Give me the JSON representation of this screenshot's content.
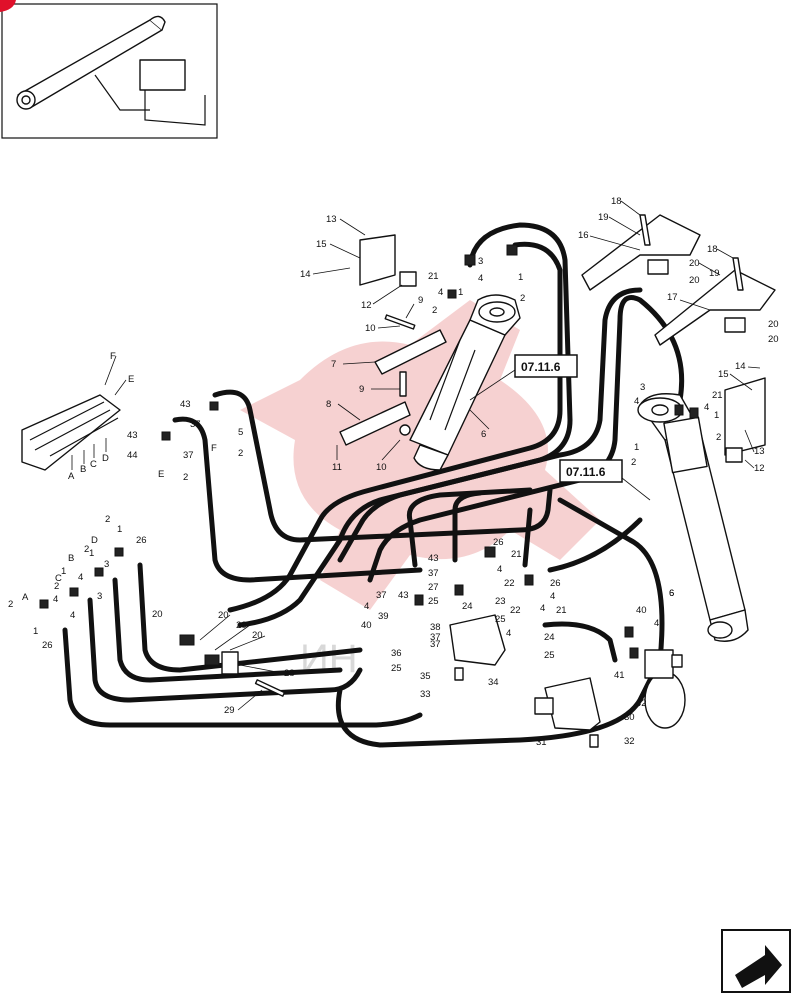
{
  "diagram": {
    "references": [
      "07.11.6",
      "07.11.6"
    ],
    "watermark_text": "ИН",
    "callouts": [
      {
        "id": "c1",
        "text": "13"
      },
      {
        "id": "c2",
        "text": "15"
      },
      {
        "id": "c3",
        "text": "14"
      },
      {
        "id": "c4",
        "text": "12"
      },
      {
        "id": "c5",
        "text": "9"
      },
      {
        "id": "c6",
        "text": "10"
      },
      {
        "id": "c7",
        "text": "7"
      },
      {
        "id": "c8",
        "text": "9"
      },
      {
        "id": "c9",
        "text": "8"
      },
      {
        "id": "c10",
        "text": "11"
      },
      {
        "id": "c11",
        "text": "10"
      },
      {
        "id": "c12",
        "text": "6"
      },
      {
        "id": "c13",
        "text": "21"
      },
      {
        "id": "c14",
        "text": "3"
      },
      {
        "id": "c15",
        "text": "4"
      },
      {
        "id": "c16",
        "text": "1"
      },
      {
        "id": "c17",
        "text": "4"
      },
      {
        "id": "c18",
        "text": "1"
      },
      {
        "id": "c19",
        "text": "2"
      },
      {
        "id": "c20",
        "text": "2"
      },
      {
        "id": "c21",
        "text": "18"
      },
      {
        "id": "c22",
        "text": "19"
      },
      {
        "id": "c23",
        "text": "16"
      },
      {
        "id": "c24",
        "text": "18"
      },
      {
        "id": "c25",
        "text": "20"
      },
      {
        "id": "c26",
        "text": "20"
      },
      {
        "id": "c27",
        "text": "19"
      },
      {
        "id": "c28",
        "text": "17"
      },
      {
        "id": "c29",
        "text": "20"
      },
      {
        "id": "c30",
        "text": "20"
      },
      {
        "id": "c31",
        "text": "14"
      },
      {
        "id": "c32",
        "text": "15"
      },
      {
        "id": "c33",
        "text": "13"
      },
      {
        "id": "c34",
        "text": "12"
      },
      {
        "id": "c35",
        "text": "3"
      },
      {
        "id": "c36",
        "text": "21"
      },
      {
        "id": "c37",
        "text": "4"
      },
      {
        "id": "c38",
        "text": "4"
      },
      {
        "id": "c39",
        "text": "1"
      },
      {
        "id": "c40",
        "text": "1"
      },
      {
        "id": "c41",
        "text": "2"
      },
      {
        "id": "c42",
        "text": "2"
      },
      {
        "id": "c43",
        "text": "6"
      },
      {
        "id": "c44",
        "text": "F"
      },
      {
        "id": "c45",
        "text": "E"
      },
      {
        "id": "c46",
        "text": "A"
      },
      {
        "id": "c47",
        "text": "B"
      },
      {
        "id": "c48",
        "text": "C"
      },
      {
        "id": "c49",
        "text": "D"
      },
      {
        "id": "c50",
        "text": "43"
      },
      {
        "id": "c51",
        "text": "37"
      },
      {
        "id": "c52",
        "text": "5"
      },
      {
        "id": "c53",
        "text": "F"
      },
      {
        "id": "c54",
        "text": "2"
      },
      {
        "id": "c55",
        "text": "43"
      },
      {
        "id": "c56",
        "text": "37"
      },
      {
        "id": "c57",
        "text": "44"
      },
      {
        "id": "c58",
        "text": "E"
      },
      {
        "id": "c59",
        "text": "2"
      },
      {
        "id": "c60",
        "text": "2"
      },
      {
        "id": "c61",
        "text": "1"
      },
      {
        "id": "c62",
        "text": "D"
      },
      {
        "id": "c63",
        "text": "26"
      },
      {
        "id": "c64",
        "text": "2"
      },
      {
        "id": "c65",
        "text": "B"
      },
      {
        "id": "c66",
        "text": "1"
      },
      {
        "id": "c67",
        "text": "C"
      },
      {
        "id": "c68",
        "text": "3"
      },
      {
        "id": "c69",
        "text": "2"
      },
      {
        "id": "c70",
        "text": "1"
      },
      {
        "id": "c71",
        "text": "4"
      },
      {
        "id": "c72",
        "text": "A"
      },
      {
        "id": "c73",
        "text": "2"
      },
      {
        "id": "c74",
        "text": "4"
      },
      {
        "id": "c75",
        "text": "1"
      },
      {
        "id": "c76",
        "text": "3"
      },
      {
        "id": "c77",
        "text": "4"
      },
      {
        "id": "c78",
        "text": "26"
      },
      {
        "id": "c79",
        "text": "20"
      },
      {
        "id": "c80",
        "text": "20"
      },
      {
        "id": "c81",
        "text": "20"
      },
      {
        "id": "c82",
        "text": "20"
      },
      {
        "id": "c83",
        "text": "28"
      },
      {
        "id": "c84",
        "text": "29"
      },
      {
        "id": "c85",
        "text": "43"
      },
      {
        "id": "c86",
        "text": "37"
      },
      {
        "id": "c87",
        "text": "27"
      },
      {
        "id": "c88",
        "text": "25"
      },
      {
        "id": "c89",
        "text": "24"
      },
      {
        "id": "c90",
        "text": "26"
      },
      {
        "id": "c91",
        "text": "21"
      },
      {
        "id": "c92",
        "text": "4"
      },
      {
        "id": "c93",
        "text": "22"
      },
      {
        "id": "c94",
        "text": "23"
      },
      {
        "id": "c95",
        "text": "26"
      },
      {
        "id": "c96",
        "text": "4"
      },
      {
        "id": "c97",
        "text": "22"
      },
      {
        "id": "c98",
        "text": "4"
      },
      {
        "id": "c99",
        "text": "24"
      },
      {
        "id": "c100",
        "text": "21"
      },
      {
        "id": "c101",
        "text": "25"
      },
      {
        "id": "c102",
        "text": "25"
      },
      {
        "id": "c103",
        "text": "4"
      },
      {
        "id": "c104",
        "text": "37"
      },
      {
        "id": "c105",
        "text": "43"
      },
      {
        "id": "c106",
        "text": "4"
      },
      {
        "id": "c107",
        "text": "39"
      },
      {
        "id": "c108",
        "text": "37"
      },
      {
        "id": "c109",
        "text": "40"
      },
      {
        "id": "c110",
        "text": "38"
      },
      {
        "id": "c111",
        "text": "36"
      },
      {
        "id": "c112",
        "text": "37"
      },
      {
        "id": "c113",
        "text": "25"
      },
      {
        "id": "c114",
        "text": "35"
      },
      {
        "id": "c115",
        "text": "34"
      },
      {
        "id": "c116",
        "text": "33"
      },
      {
        "id": "c117",
        "text": "30"
      },
      {
        "id": "c118",
        "text": "31"
      },
      {
        "id": "c119",
        "text": "32"
      },
      {
        "id": "c120",
        "text": "40"
      },
      {
        "id": "c121",
        "text": "4"
      },
      {
        "id": "c122",
        "text": "41"
      },
      {
        "id": "c123",
        "text": "42"
      },
      {
        "id": "c124",
        "text": "6"
      }
    ]
  }
}
